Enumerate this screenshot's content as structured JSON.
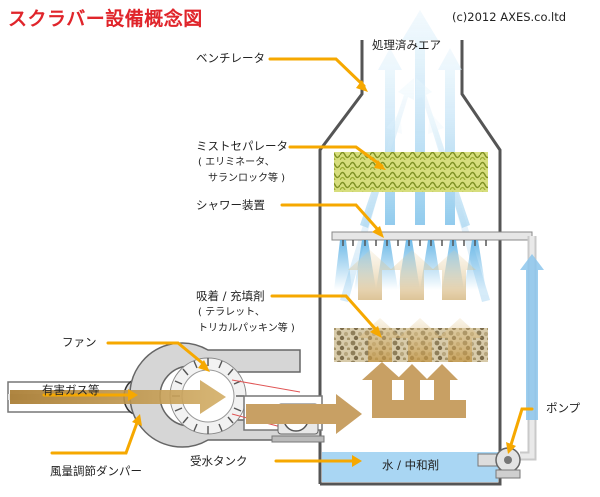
{
  "title": "スクラバー設備概念図",
  "copyright": "(c)2012 AXES.co.ltd",
  "labels": {
    "treated_air": "処理済みエア",
    "vent_pipe": "ベンチレータ",
    "mist_separator": "ミストセパレータ",
    "mist_separator_sub1": "( エリミネータ、",
    "mist_separator_sub2": "サランロック等 )",
    "shower": "シャワー装置",
    "absorbent": "吸着 / 充填剤",
    "absorbent_sub1": "( テラレット、",
    "absorbent_sub2": "トリカルパッキン等 )",
    "fan": "ファン",
    "harmful_gas": "有害ガス等",
    "damper": "風量調節ダンパー",
    "tank": "受水タンク",
    "water": "水 / 中和剤",
    "pump": "ポンプ"
  },
  "colors": {
    "title": "#e0252b",
    "leader": "#f6a800",
    "gas_flow": "#c49a52",
    "clean_flow": "#a8d4ee",
    "water": "#a9d6f3",
    "mist_pad": "#b9c64a",
    "packing": "#b4a47c",
    "wall": "#555555"
  }
}
